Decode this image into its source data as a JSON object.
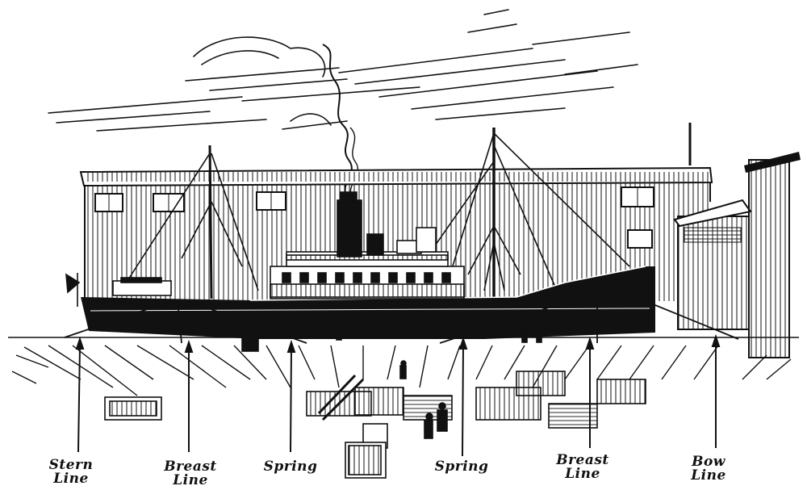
{
  "labels": {
    "stern": {
      "line1": "Stern",
      "line2": "Line"
    },
    "breast_aft": {
      "line1": "Breast",
      "line2": "Line"
    },
    "spring_aft": {
      "line1": "Spring"
    },
    "spring_fwd": {
      "line1": "Spring"
    },
    "breast_fwd": {
      "line1": "Breast",
      "line2": "Line"
    },
    "bow": {
      "line1": "Bow",
      "line2": "Line"
    }
  },
  "colors": {
    "ink": "#111111",
    "paper": "#ffffff"
  }
}
